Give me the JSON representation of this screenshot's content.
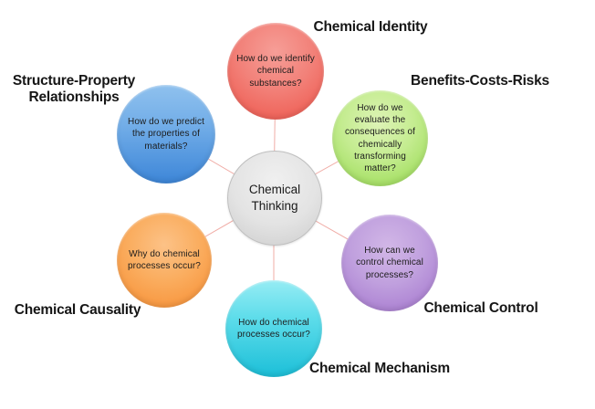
{
  "diagram_title": "Chemical Thinking concept map",
  "colors": {
    "background": "#ffffff",
    "connector_line": "#f0aca6",
    "text": "#1c1c1c",
    "center_fill": "#e0e0e0",
    "identity_fill": "#ee5348",
    "benefits_fill": "#93d84a",
    "structure_fill": "#3d86d8",
    "control_fill": "#a171cc",
    "causality_fill": "#f78c30",
    "mechanism_fill": "#1cbfd8"
  },
  "center": {
    "label": "Chemical Thinking"
  },
  "nodes": [
    {
      "name": "Chemical Identity",
      "question": "How do we identify chemical substances?",
      "color": "#ee5348",
      "position": "top"
    },
    {
      "name": "Benefits-Costs-Risks",
      "question": "How do we evaluate the consequences of chemically transforming matter?",
      "color": "#93d84a",
      "position": "top-right"
    },
    {
      "name": "Structure-Property Relationships",
      "question": "How do we predict the properties of materials?",
      "color": "#3d86d8",
      "position": "top-left"
    },
    {
      "name": "Chemical Control",
      "question": "How can we control chemical processes?",
      "color": "#a171cc",
      "position": "right"
    },
    {
      "name": "Chemical Causality",
      "question": "Why do chemical processes occur?",
      "color": "#f78c30",
      "position": "bottom-left"
    },
    {
      "name": "Chemical Mechanism",
      "question": "How do chemical processes occur?",
      "color": "#1cbfd8",
      "position": "bottom"
    }
  ]
}
